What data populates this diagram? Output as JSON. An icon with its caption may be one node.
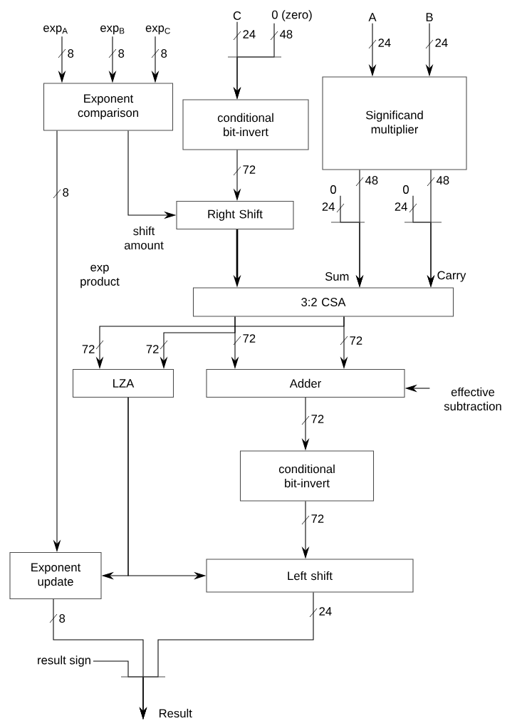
{
  "diagram": {
    "nodes": [
      {
        "text": [
          "exp$_{A}$"
        ]
      },
      {
        "text": [
          "exp$_{B}$"
        ]
      },
      {
        "text": [
          "exp$_{C}$"
        ]
      },
      {
        "text": [
          "C"
        ]
      },
      {
        "text": [
          "0 (zero)"
        ]
      },
      {
        "text": [
          "A"
        ]
      },
      {
        "text": [
          "B"
        ]
      },
      {
        "text": [
          "Exponent comparison"
        ]
      },
      {
        "text": [
          "conditional bit-invert"
        ]
      },
      {
        "text": [
          "Significand multiplier"
        ]
      },
      {
        "text": [
          "0"
        ]
      },
      {
        "text": [
          "Right Shift"
        ]
      },
      {
        "text": [
          "0"
        ]
      },
      {
        "text": [
          "3:2 CSA"
        ]
      },
      {
        "text": [
          "LZA"
        ]
      },
      {
        "text": [
          "Adder"
        ]
      },
      {
        "text": [
          "effective subtraction"
        ]
      },
      {
        "text": [
          "conditional bit-invert"
        ]
      },
      {
        "text": [
          "Exponent update"
        ]
      },
      {
        "text": [
          "Left shift"
        ]
      },
      {
        "text": [
          "result sign"
        ]
      },
      {
        "text": [
          "Result"
        ]
      }
    ],
    "edges": [
      {
        "from": 0,
        "to": 7,
        "arrow": "to",
        "label": "8"
      },
      {
        "from": 1,
        "to": 7,
        "arrow": "to",
        "label": "8"
      },
      {
        "from": 2,
        "to": 7,
        "arrow": "to",
        "label": "8"
      },
      {
        "from": 3,
        "to": 8,
        "arrow": "to",
        "label": "24"
      },
      {
        "from": 4,
        "to": 8,
        "arrow": "to",
        "label": "48"
      },
      {
        "from": 5,
        "to": 9,
        "arrow": "to",
        "label": "24"
      },
      {
        "from": 6,
        "to": 9,
        "arrow": "to",
        "label": "24"
      },
      {
        "from": 7,
        "to": 11,
        "arrow": "to",
        "label": "shift amount"
      },
      {
        "from": 7,
        "to": 18,
        "arrow": "to",
        "label": "8"
      },
      {
        "from": 8,
        "to": 11,
        "arrow": "to",
        "label": "72"
      },
      {
        "from": 9,
        "to": 13,
        "arrow": "to",
        "label": "48"
      },
      {
        "from": 10,
        "to": 13,
        "arrow": "to",
        "label": "24"
      },
      {
        "from": 9,
        "to": 13,
        "arrow": "to",
        "label": "48"
      },
      {
        "from": 12,
        "to": 13,
        "arrow": "to",
        "label": "24"
      },
      {
        "from": 11,
        "to": 13,
        "arrow": "to",
        "style": "thick"
      },
      {
        "from": 13,
        "to": 14,
        "arrow": "to",
        "label": "72"
      },
      {
        "from": 13,
        "to": 14,
        "arrow": "to",
        "label": "72"
      },
      {
        "from": 13,
        "to": 15,
        "arrow": "to",
        "label": "72"
      },
      {
        "from": 13,
        "to": 15,
        "arrow": "to",
        "label": "72"
      },
      {
        "from": 16,
        "to": 15,
        "arrow": "to"
      },
      {
        "from": 15,
        "to": 17,
        "arrow": "to",
        "label": "72"
      },
      {
        "from": 17,
        "to": 19,
        "arrow": "to",
        "label": "72"
      },
      {
        "from": 14,
        "to": 18,
        "arrow": "to"
      },
      {
        "from": 14,
        "to": 19,
        "arrow": "to"
      },
      {
        "from": 18,
        "to": 21,
        "arrow": "to",
        "label": "8"
      },
      {
        "from": 19,
        "to": 21,
        "arrow": "to",
        "label": "24"
      },
      {
        "from": 20,
        "to": 21,
        "arrow": "to"
      }
    ],
    "labels": [
      "Sum",
      "Carry",
      "exp product"
    ]
  }
}
